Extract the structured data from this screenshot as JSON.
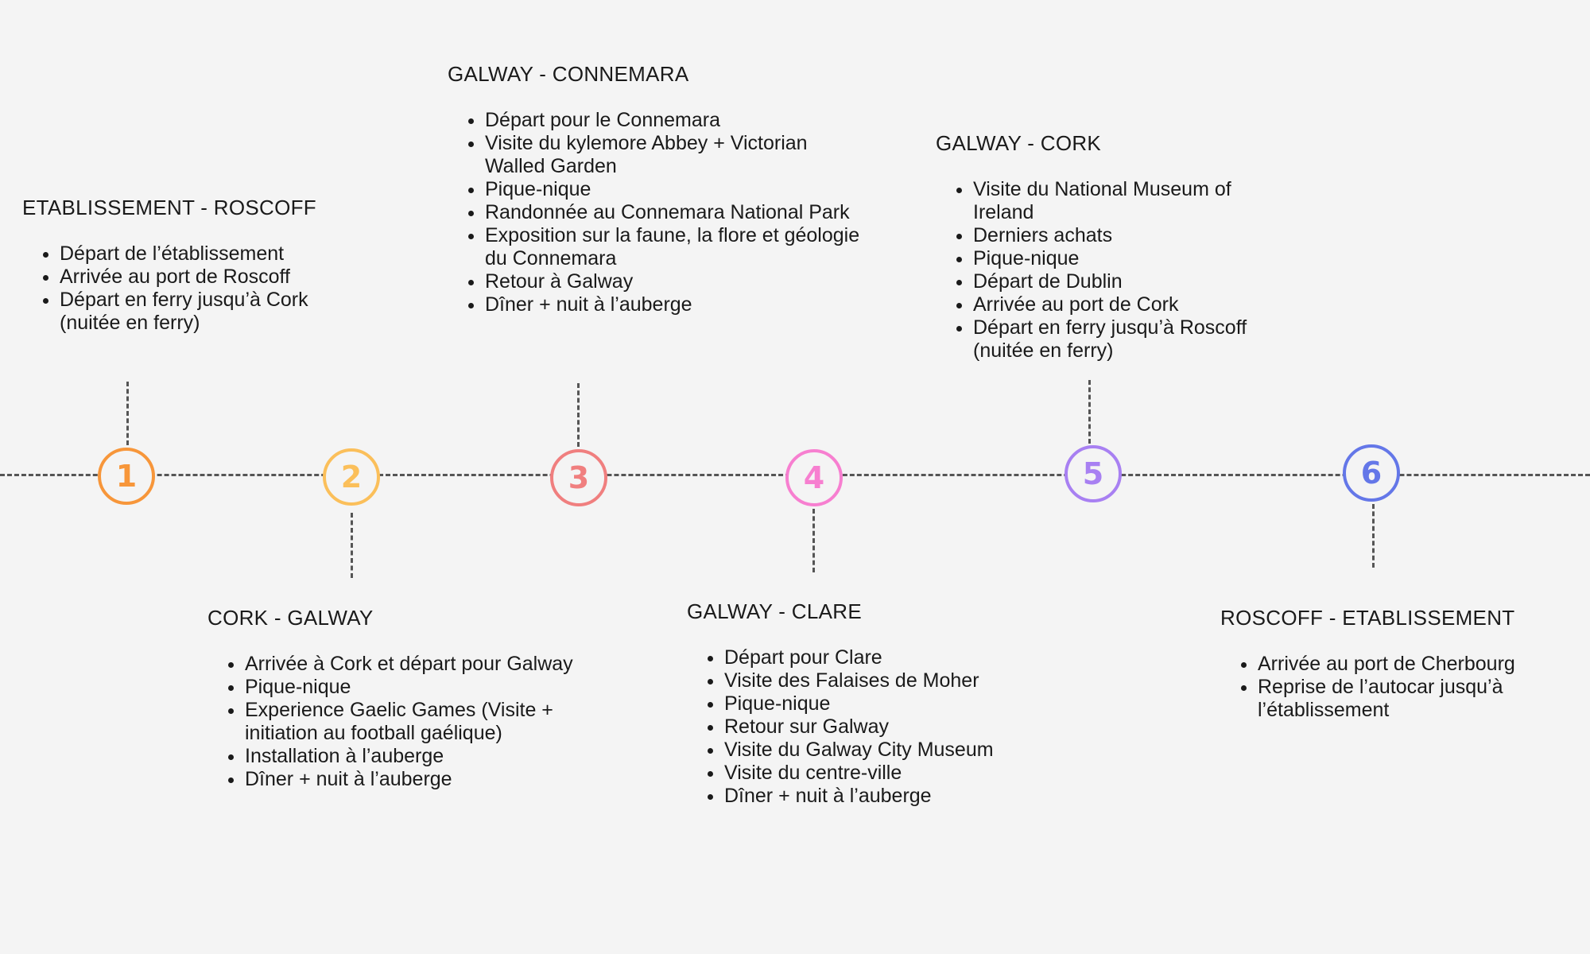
{
  "timeline": {
    "line_color": "#555555",
    "steps": [
      {
        "number": "1",
        "color": "#f7963a",
        "title": "ETABLISSEMENT - ROSCOFF",
        "items": [
          "Départ de l’établissement",
          "Arrivée au port de Roscoff",
          "Départ en ferry jusqu’à Cork (nuitée en ferry)"
        ]
      },
      {
        "number": "2",
        "color": "#fbbf5a",
        "title": "CORK - GALWAY",
        "items": [
          "Arrivée à Cork et départ pour Galway",
          "Pique-nique",
          "Experience Gaelic Games (Visite + initiation au football gaélique)",
          "Installation à l’auberge",
          "Dîner + nuit  à l’auberge"
        ]
      },
      {
        "number": "3",
        "color": "#f07f7f",
        "title": "GALWAY - CONNEMARA",
        "items": [
          "Départ pour le Connemara",
          "Visite du kylemore Abbey + Victorian Walled Garden",
          "Pique-nique",
          "Randonnée au Connemara National Park",
          "Exposition sur la faune, la flore et géologie du Connemara",
          "Retour à Galway",
          "Dîner + nuit à l’auberge"
        ]
      },
      {
        "number": "4",
        "color": "#f77fd0",
        "title": "GALWAY - CLARE",
        "items": [
          "Départ pour Clare",
          "Visite des Falaises de Moher",
          "Pique-nique",
          "Retour sur Galway",
          "Visite du Galway City Museum",
          "Visite du centre-ville",
          "Dîner + nuit à l’auberge"
        ]
      },
      {
        "number": "5",
        "color": "#a880f2",
        "title": "GALWAY - CORK",
        "items": [
          "Visite du National Museum of Ireland",
          "Derniers achats",
          "Pique-nique",
          "Départ de Dublin",
          "Arrivée au port de Cork",
          "Départ en ferry jusqu’à Roscoff (nuitée en ferry)"
        ]
      },
      {
        "number": "6",
        "color": "#6477e8",
        "title": "ROSCOFF - ETABLISSEMENT",
        "items": [
          "Arrivée au port de Cherbourg",
          "Reprise de l’autocar jusqu’à l’établissement"
        ]
      }
    ]
  }
}
